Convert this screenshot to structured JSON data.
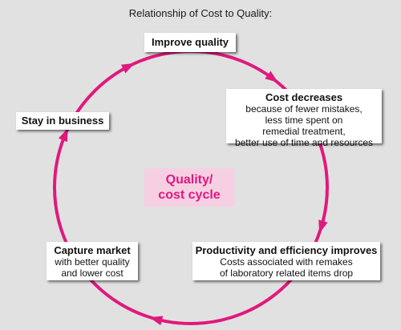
{
  "title": "Relationship of Cost to Quality:",
  "center": {
    "line1": "Quality/",
    "line2": "cost cycle"
  },
  "nodes": {
    "improve_quality": {
      "heading": "Improve quality"
    },
    "cost_decreases": {
      "heading": "Cost decreases",
      "lines": [
        "because of fewer mistakes,",
        "less time spent on",
        "remedial treatment,",
        "better use of time and resources"
      ]
    },
    "productivity": {
      "heading": "Productivity and efficiency improves",
      "lines": [
        "Costs associated with remakes",
        "of laboratory related items drop"
      ]
    },
    "capture_market": {
      "heading": "Capture market",
      "lines": [
        "with better quality",
        "and lower cost"
      ]
    },
    "stay_in_business": {
      "heading": "Stay in business"
    }
  },
  "colors": {
    "cycle": "#e0197d",
    "center_fill": "#f7cfe3",
    "background": "#e1e1e1"
  }
}
